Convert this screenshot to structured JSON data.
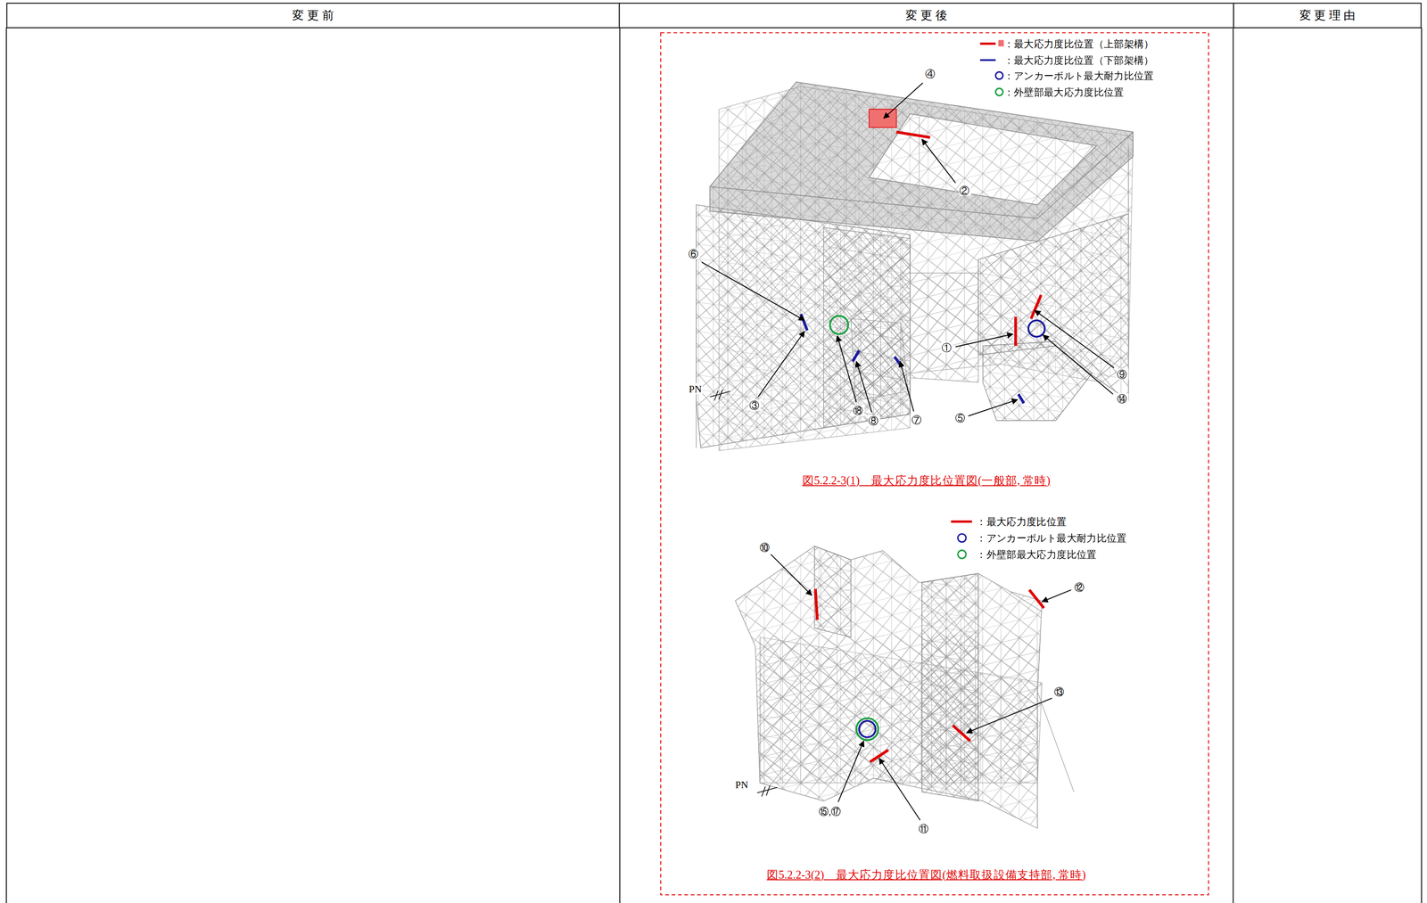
{
  "diagram": {
    "nodes": [
      {
        "text": [
          "変 更 前"
        ]
      },
      {
        "text": [
          "変 更 後"
        ]
      },
      {
        "text": [
          "変 更 理 由"
        ]
      }
    ],
    "labels": [
      "④",
      "②",
      "⑥",
      "①",
      "⑨",
      "⑭",
      "PN",
      "③",
      "⑱",
      "⑧",
      "⑦",
      "⑤",
      "図5.2.2-3(1)　最大応力度比位置図(一般部, 常時)",
      "⑩",
      "⑫",
      "⑬",
      "PN",
      "⑮,⑰",
      "⑪",
      "図5.2.2-3(2)　最大応力度比位置図(燃料取扱設備支持部, 常時)"
    ],
    "legend": [
      {
        "text": "：最大応力度比位置（上部架構）"
      },
      {
        "text": "：最大応力度比位置（下部架構）"
      },
      {
        "text": "：アンカーボルト最大耐力比位置"
      },
      {
        "text": "：外壁部最大応力度比位置"
      },
      {
        "text": "：最大応力度比位置"
      },
      {
        "text": "：アンカーボルト最大耐力比位置"
      },
      {
        "text": "：外壁部最大応力度比位置"
      }
    ]
  }
}
